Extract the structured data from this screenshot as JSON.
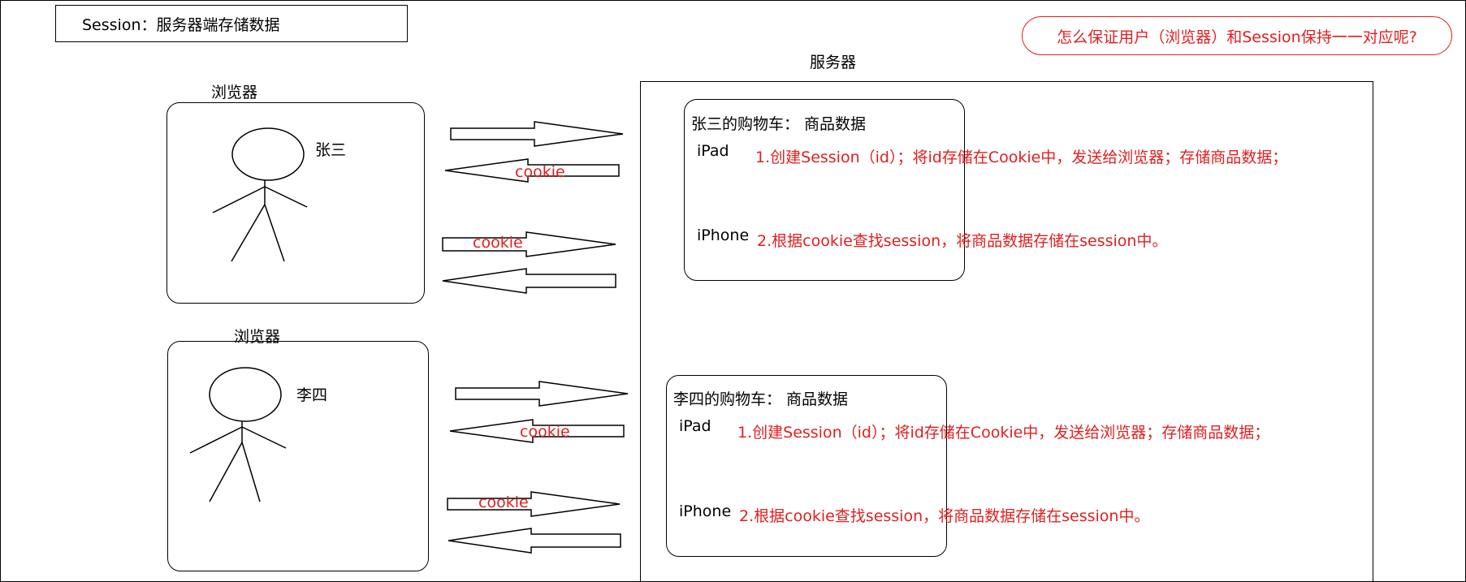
{
  "title": "Session：服务器端存储数据",
  "question": "怎么保证用户（浏览器）和Session保持一一对应呢?",
  "server_label": "服务器",
  "clients": [
    {
      "browser_label": "浏览器",
      "user": "张三",
      "arrows": {
        "response_label": "cookie",
        "request_label": "cookie"
      }
    },
    {
      "browser_label": "浏览器",
      "user": "李四",
      "arrows": {
        "response_label": "cookie",
        "request_label": "cookie"
      }
    }
  ],
  "carts": [
    {
      "heading": "张三的购物车：  商品数据",
      "step1_device": "iPad",
      "step1_text": "1.创建Session（id）；将id存储在Cookie中，发送给浏览器；存储商品数据；",
      "step2_device": "iPhone",
      "step2_text": "2.根据cookie查找session，将商品数据存储在session中。"
    },
    {
      "heading": "李四的购物车：  商品数据",
      "step1_device": "iPad",
      "step1_text": "1.创建Session（id）；将id存储在Cookie中，发送给浏览器；存储商品数据；",
      "step2_device": "iPhone",
      "step2_text": "2.根据cookie查找session，将商品数据存储在session中。"
    }
  ],
  "colors": {
    "annotation": "#e02020",
    "line": "#000000"
  }
}
